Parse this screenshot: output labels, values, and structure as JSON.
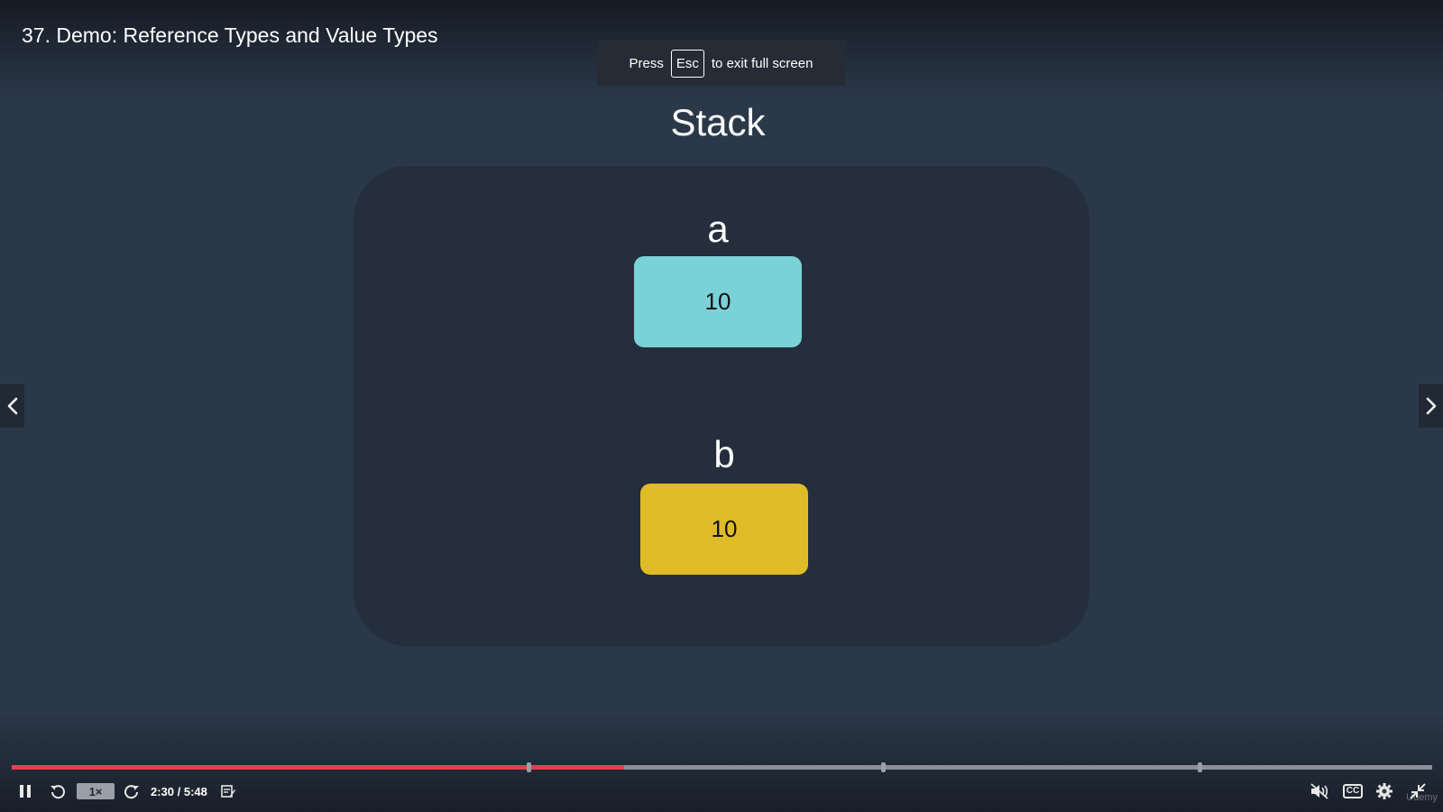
{
  "lecture": {
    "title": "37. Demo: Reference Types and Value Types"
  },
  "fullscreen_hint": {
    "before": "Press",
    "key": "Esc",
    "after": "to exit full screen"
  },
  "slide": {
    "heading": "Stack",
    "variables": [
      {
        "name": "a",
        "value": "10",
        "color": "#79d2d8"
      },
      {
        "name": "b",
        "value": "10",
        "color": "#dfbc27"
      }
    ]
  },
  "player": {
    "playback_rate": "1×",
    "time": "2:30 / 5:48",
    "progress_fraction": 0.431,
    "chapter_marker_fractions": [
      0.3636,
      0.6134,
      0.8364
    ],
    "colors": {
      "played": "#e0434f",
      "track": "#8a8f96"
    },
    "watermark": "Udemy"
  },
  "icons": {
    "pause": "pause-icon",
    "rewind": "rewind-icon",
    "forward": "forward-icon",
    "notes": "notes-icon",
    "mute": "volume-muted-icon",
    "captions": "closed-captions-icon",
    "settings": "gear-icon",
    "exit_fullscreen": "exit-fullscreen-icon",
    "prev": "chevron-left-icon",
    "next": "chevron-right-icon"
  }
}
